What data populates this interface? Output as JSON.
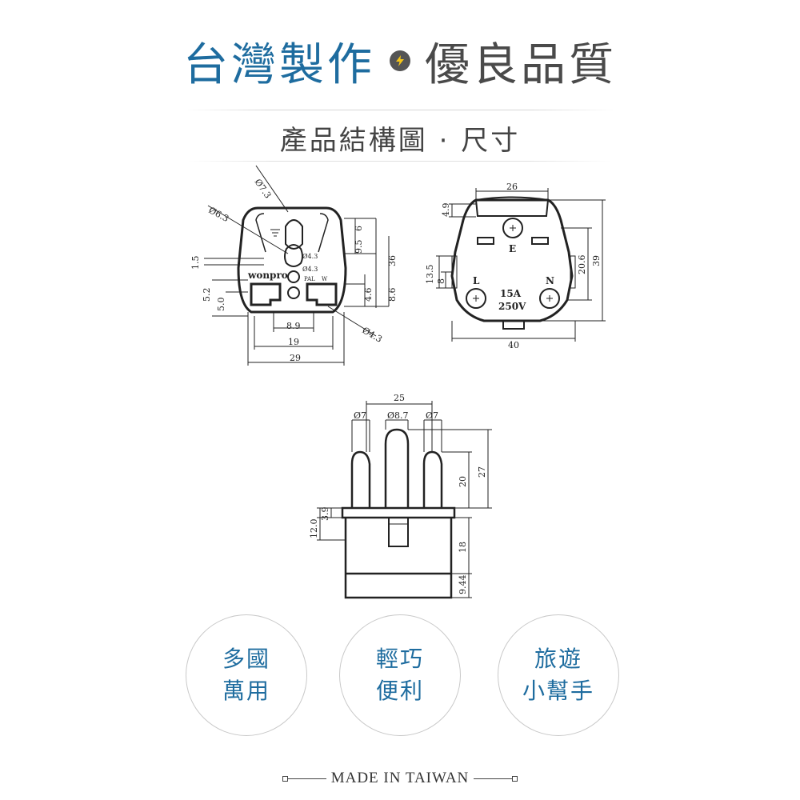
{
  "header": {
    "title_left": "台灣製作",
    "title_right": "優良品質",
    "separator_icon": "lightning-bolt-icon",
    "subtitle": "產品結構圖 · 尺寸"
  },
  "drawings": {
    "front": {
      "brand": "wonpro",
      "dims": [
        "Ø7.3",
        "Ø6.3",
        "Ø4.3",
        "Ø4.3",
        "1.5",
        "5.2",
        "5.0",
        "8.9",
        "19",
        "29",
        "Ø4.3",
        "6",
        "9.5",
        "4.6",
        "8.6",
        "36",
        "PAL",
        "W"
      ]
    },
    "back": {
      "dims": [
        "26",
        "4.9",
        "13.5",
        "8",
        "20.6",
        "39",
        "40"
      ],
      "labels": [
        "E",
        "L",
        "N"
      ],
      "rating_current": "15A",
      "rating_voltage": "250V"
    },
    "side": {
      "dims": [
        "25",
        "Ø7",
        "Ø8.7",
        "Ø7",
        "20",
        "27",
        "12.0",
        "3.9",
        "18",
        "9.44"
      ]
    }
  },
  "features": [
    {
      "line1": "多國",
      "line2": "萬用"
    },
    {
      "line1": "輕巧",
      "line2": "便利"
    },
    {
      "line1": "旅遊",
      "line2": "小幫手"
    }
  ],
  "footer": {
    "text": "MADE IN TAIWAN"
  },
  "colors": {
    "accent": "#1e6c9f",
    "text": "#4a4a4a",
    "line": "#222222"
  }
}
